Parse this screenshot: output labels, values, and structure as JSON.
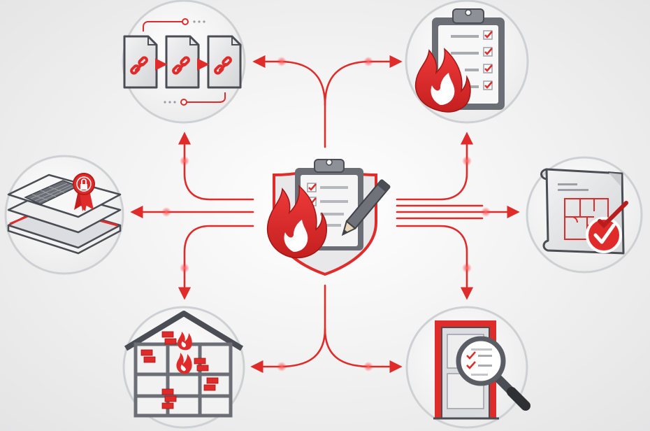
{
  "diagram": {
    "center": {
      "icon": "fire-safety-checklist-shield-icon"
    },
    "nodes": [
      {
        "id": "document-chain",
        "icon": "linked-documents-icon"
      },
      {
        "id": "fire-checklist",
        "icon": "fire-checklist-clipboard-icon"
      },
      {
        "id": "certified-layers",
        "icon": "certified-building-layers-icon"
      },
      {
        "id": "plan-approved",
        "icon": "approved-floor-plan-icon"
      },
      {
        "id": "compartmentation",
        "icon": "fire-compartment-house-icon"
      },
      {
        "id": "door-inspection",
        "icon": "fire-door-inspection-icon"
      }
    ]
  },
  "colors": {
    "accent": "#e02b2b",
    "accent_dark": "#b81c1c",
    "outline": "#4a4d53",
    "light_gray": "#d9dadd",
    "mid_gray": "#a7a9ae",
    "circle_fill": "#f7f7f7"
  }
}
